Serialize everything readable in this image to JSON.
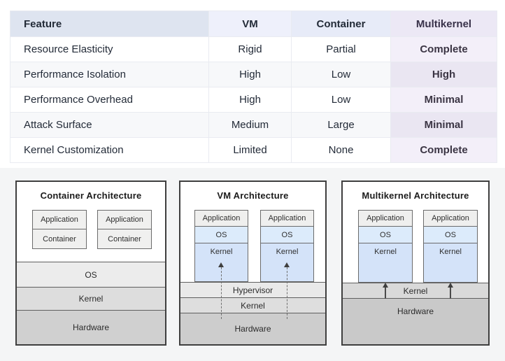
{
  "table": {
    "headers": {
      "feature": "Feature",
      "vm": "VM",
      "container": "Container",
      "multikernel": "Multikernel"
    },
    "rows": [
      {
        "feature": "Resource Elasticity",
        "vm": "Rigid",
        "container": "Partial",
        "multikernel": "Complete"
      },
      {
        "feature": "Performance Isolation",
        "vm": "High",
        "container": "Low",
        "multikernel": "High"
      },
      {
        "feature": "Performance Overhead",
        "vm": "High",
        "container": "Low",
        "multikernel": "Minimal"
      },
      {
        "feature": "Attack Surface",
        "vm": "Medium",
        "container": "Large",
        "multikernel": "Minimal"
      },
      {
        "feature": "Kernel Customization",
        "vm": "Limited",
        "container": "None",
        "multikernel": "Complete"
      }
    ]
  },
  "diagrams": {
    "container": {
      "title": "Container Architecture",
      "stack1": {
        "app": "Application",
        "runtime": "Container"
      },
      "stack2": {
        "app": "Application",
        "runtime": "Container"
      },
      "layers": {
        "os": "OS",
        "kernel": "Kernel",
        "hardware": "Hardware"
      }
    },
    "vm": {
      "title": "VM Architecture",
      "stack1": {
        "app": "Application",
        "os": "OS",
        "kernel": "Kernel"
      },
      "stack2": {
        "app": "Application",
        "os": "OS",
        "kernel": "Kernel"
      },
      "layers": {
        "hypervisor": "Hypervisor",
        "kernel": "Kernel",
        "hardware": "Hardware"
      },
      "arrow_style": "dashed"
    },
    "multikernel": {
      "title": "Multikernel Architecture",
      "stack1": {
        "app": "Application",
        "os": "OS",
        "kernel": "Kernel"
      },
      "stack2": {
        "app": "Application",
        "os": "OS",
        "kernel": "Kernel"
      },
      "layers": {
        "kernel": "Kernel",
        "hardware": "Hardware"
      },
      "arrow_style": "solid"
    }
  },
  "colors": {
    "header_feature_bg": "#dee4f0",
    "header_vm_bg": "#eef0fb",
    "header_container_bg": "#e7ebf8",
    "header_multikernel_bg": "#ece8f5",
    "row_alt_bg": "#f7f8fa",
    "multikernel_cell_light": "#f3eff9",
    "multikernel_cell_dark": "#eae6f2",
    "stack_os_blue": "#dcebfb",
    "stack_kernel_blue": "#d4e3f9",
    "diagram_section_bg": "#f4f5f6"
  }
}
